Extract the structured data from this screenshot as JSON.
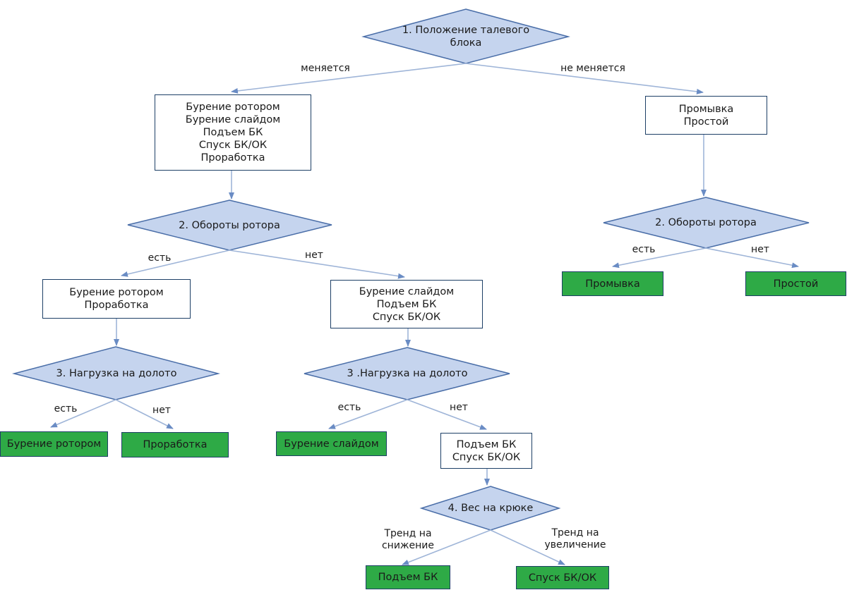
{
  "diagram": {
    "decisions": {
      "d1": [
        "1. Положение талевого",
        "блока"
      ],
      "d2_left": [
        "2. Обороты ротора"
      ],
      "d2_right": [
        "2. Обороты ротора"
      ],
      "d3_left": [
        "3. Нагрузка на долото"
      ],
      "d3_mid": [
        "3 .Нагрузка на долото"
      ],
      "d4": [
        "4. Вес на крюке"
      ]
    },
    "boxes": {
      "b1": [
        "Бурение ротором",
        "Бурение слайдом",
        "Подъем БК",
        "Спуск БК/ОК",
        "Проработка"
      ],
      "b2": [
        "Промывка",
        "Простой"
      ],
      "b3": [
        "Бурение ротором",
        "Проработка"
      ],
      "b4": [
        "Бурение слайдом",
        "Подъем БК",
        "Спуск БК/ОК"
      ],
      "b5": [
        "Подъем БК",
        "Спуск БК/ОК"
      ]
    },
    "leaves": {
      "l_promyvka": "Промывка",
      "l_prostoy": "Простой",
      "l_burenie_rotorom": "Бурение ротором",
      "l_prorabotka": "Проработка",
      "l_burenie_slaydom": "Бурение слайдом",
      "l_podyem": "Подъем БК",
      "l_spusk": "Спуск БК/ОК"
    },
    "edge_labels": {
      "changes": "меняется",
      "no_change": "не меняется",
      "yes": "есть",
      "no": "нет",
      "trend_down": [
        "Тренд на",
        "снижение"
      ],
      "trend_up": [
        "Тренд на",
        "увеличение"
      ]
    },
    "colors": {
      "decision_fill": "#c5d4ee",
      "decision_stroke": "#4a6ea8",
      "leaf_fill": "#2eaa46",
      "box_border": "#1d3f66",
      "arrow": "#7d9ccc"
    }
  }
}
